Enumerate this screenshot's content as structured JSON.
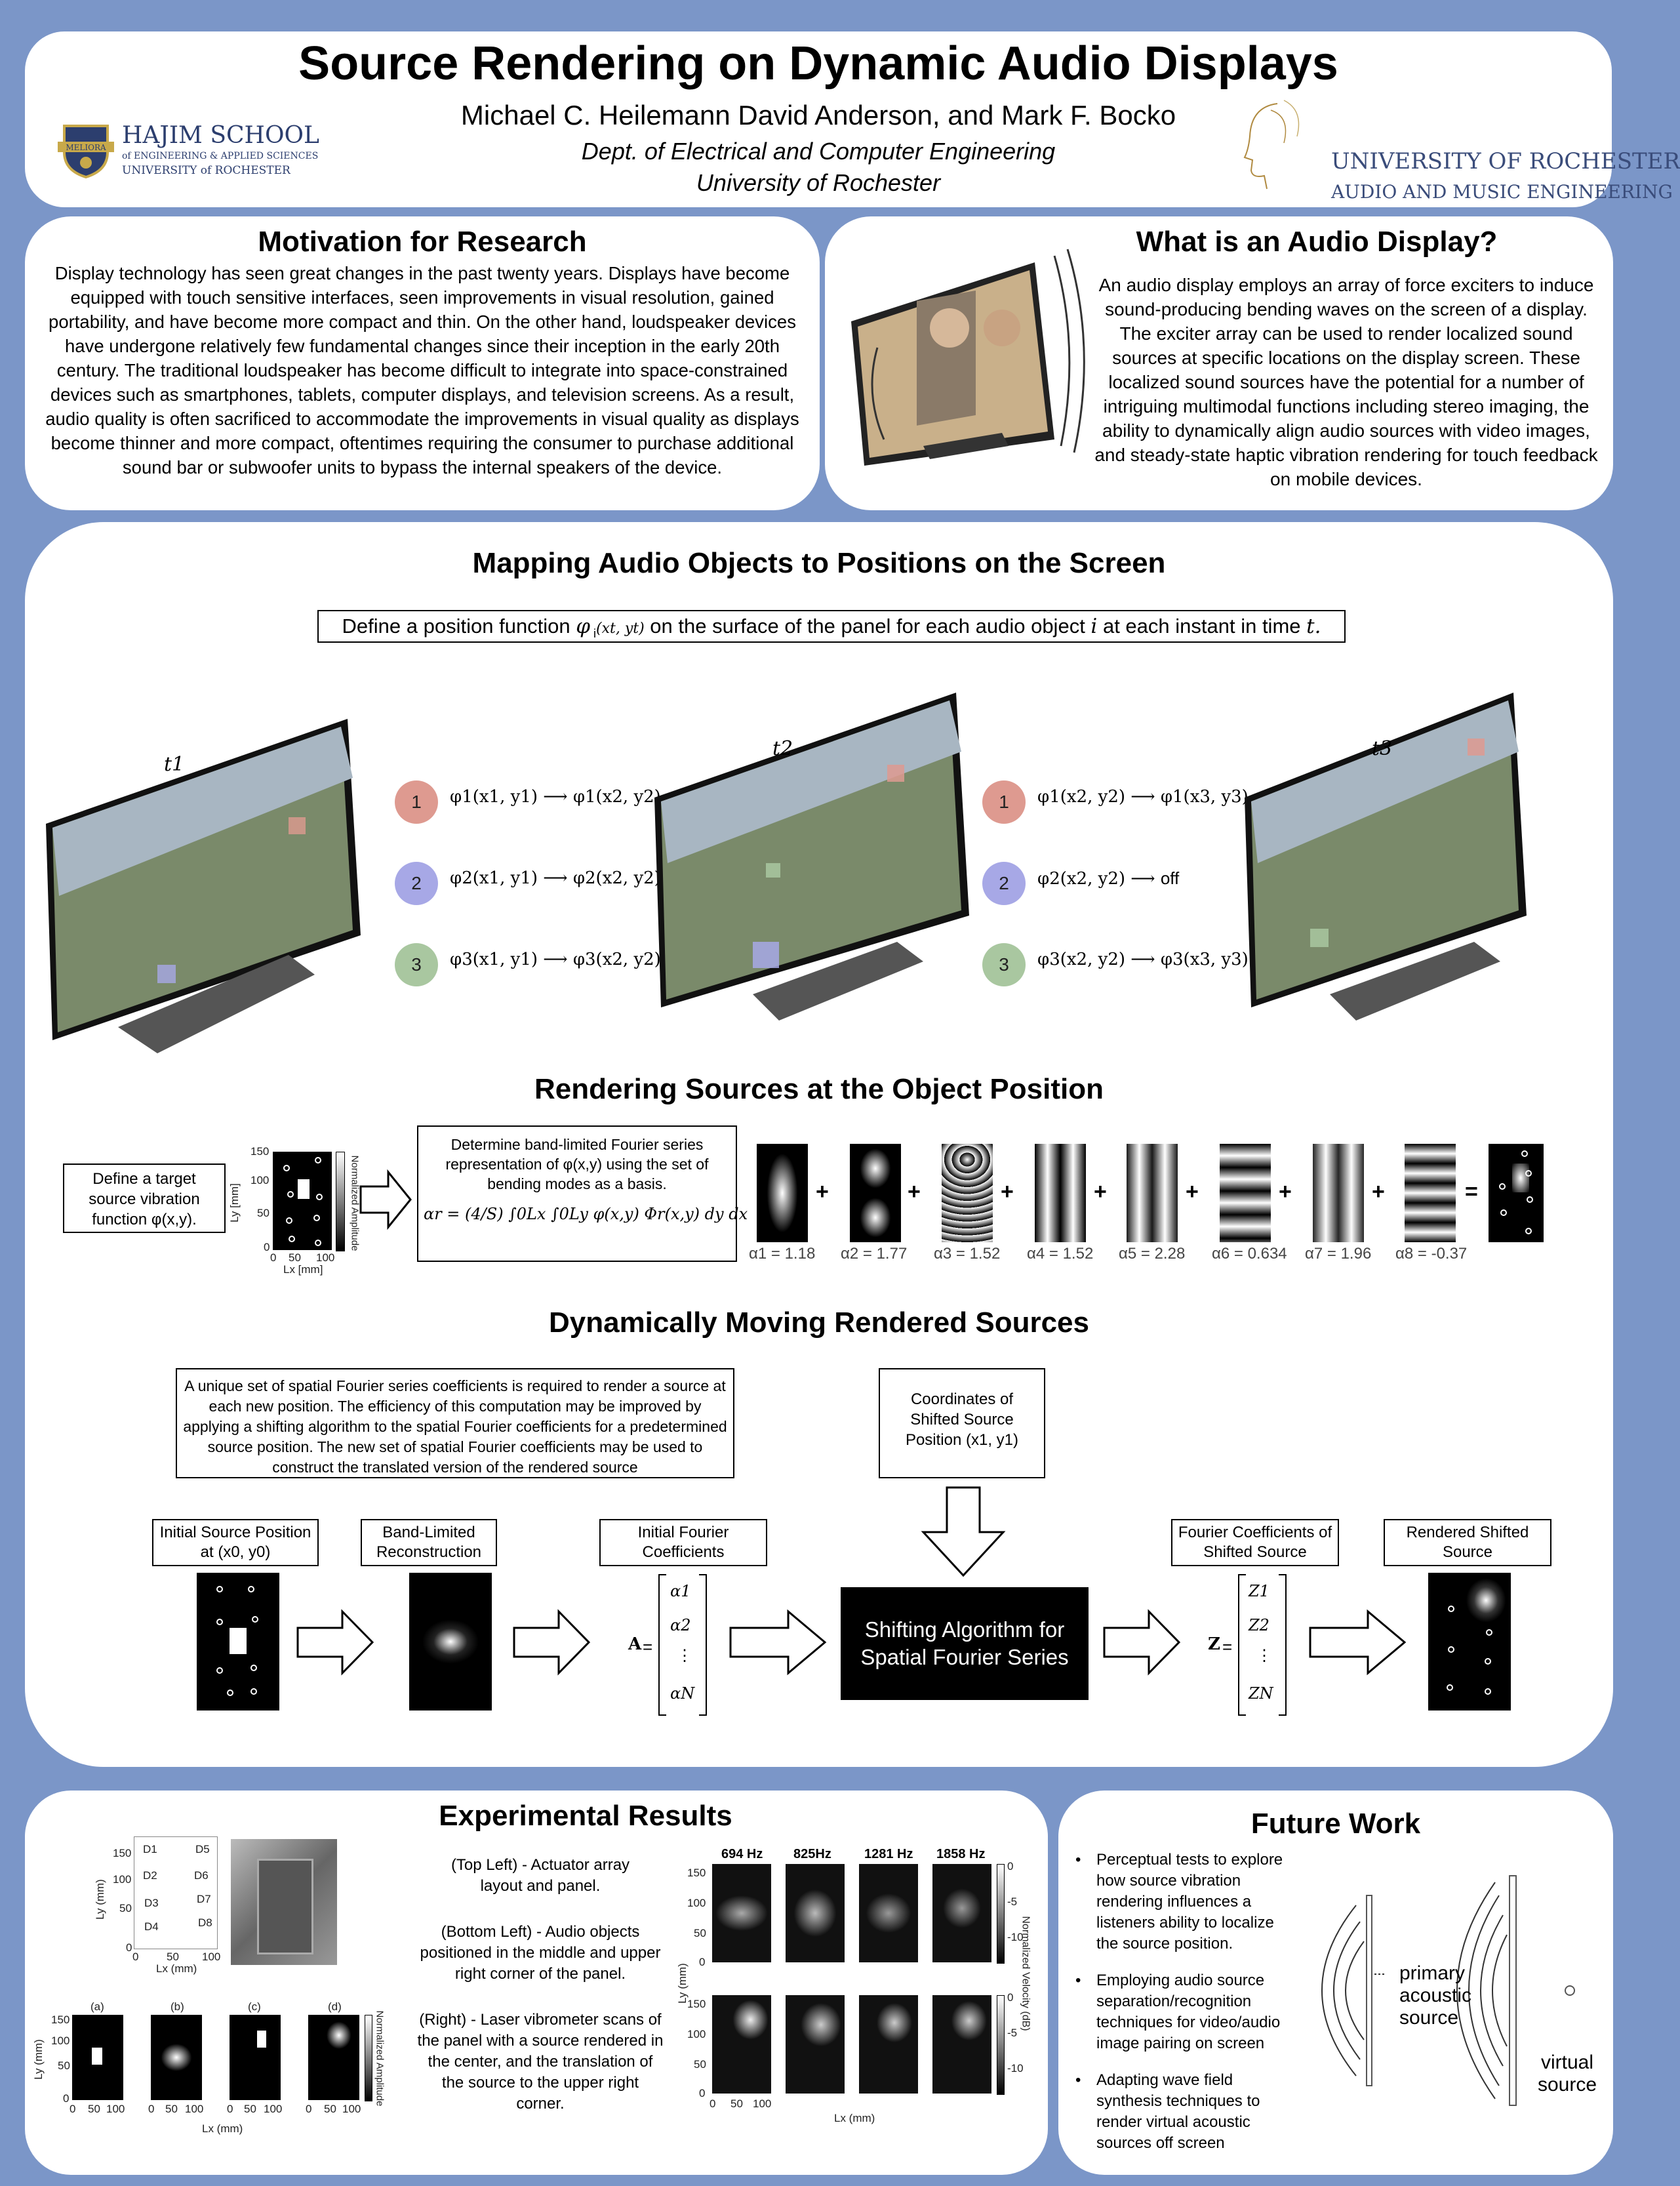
{
  "header": {
    "title": "Source Rendering on Dynamic Audio Displays",
    "authors": "Michael C. Heilemann David Anderson, and Mark F. Bocko",
    "dept": "Dept. of Electrical and Computer Engineering",
    "univ": "University of Rochester",
    "left_logo": {
      "line1": "HAJIM SCHOOL",
      "line2": "of ENGINEERING & APPLIED SCIENCES",
      "line3": "UNIVERSITY of ROCHESTER",
      "seal_text": "MELIORA"
    },
    "right_logo": {
      "line1": "UNIVERSITY OF ROCHESTER",
      "line2": "AUDIO AND MUSIC ENGINEERING"
    }
  },
  "motivation": {
    "title": "Motivation for Research",
    "text": "Display technology has seen great changes in the past twenty years. Displays have become equipped with touch sensitive interfaces, seen improvements in visual resolution, gained portability, and have become more compact and thin. On the other hand, loudspeaker devices have undergone relatively few fundamental changes since their inception in the early 20th century. The traditional loudspeaker has become difficult to integrate into space-constrained devices such as smartphones, tablets, computer displays, and television screens. As a result, audio quality is often sacrificed to accommodate the improvements in visual quality as displays become thinner and more compact, oftentimes requiring the consumer to purchase additional sound bar or subwoofer units to bypass the internal speakers of the device."
  },
  "audio_display": {
    "title": "What is an Audio Display?",
    "text": "An audio display employs an array of force exciters to induce sound-producing bending waves on the screen of a display. The exciter array can be used to render localized sound sources at specific locations on the display screen. These localized sound sources have the potential for a number of intriguing multimodal functions including stereo imaging, the ability to dynamically align audio sources with video images, and steady-state haptic vibration rendering for touch feedback on mobile devices."
  },
  "mapping": {
    "title": "Mapping Audio Objects to Positions on the Screen",
    "definition_pre": "Define a position function ",
    "definition_phi": "φ",
    "definition_sub": " i",
    "definition_args": "(xt, yt)",
    "definition_mid": " on the surface of the panel for each audio object ",
    "definition_i": "i",
    "definition_mid2": " at each instant in time ",
    "definition_t": "t.",
    "time_labels": [
      "t1",
      "t2",
      "t3"
    ],
    "colors": {
      "obj1": "#de9a90",
      "obj2": "#a7a8e6",
      "obj3": "#a9c7a0"
    },
    "step1": [
      {
        "num": "1",
        "from": "φ1(x1, y1)",
        "to": "φ1(x2, y2)"
      },
      {
        "num": "2",
        "from": "φ2(x1, y1)",
        "to": "φ2(x2, y2)"
      },
      {
        "num": "3",
        "from": "φ3(x1, y1)",
        "to": "φ3(x2, y2)"
      }
    ],
    "step2": [
      {
        "num": "1",
        "from": "φ1(x2, y2)",
        "to": "φ1(x3, y3)"
      },
      {
        "num": "2",
        "from": "φ2(x2, y2)",
        "to": "off"
      },
      {
        "num": "3",
        "from": "φ3(x2, y2)",
        "to": "φ3(x3, y3)"
      }
    ]
  },
  "rendering": {
    "title": "Rendering Sources at the Object Position",
    "target_text": "Define a target source vibration function φ(x,y).",
    "plot_ylabel": "Ly [mm]",
    "plot_xlabel": "Lx [mm]",
    "plot_cbar": "Normalized Amplitude",
    "plot_yticks": [
      "150",
      "100",
      "50",
      "0"
    ],
    "plot_xticks": [
      "0",
      "50",
      "100"
    ],
    "fourier_text": "Determine band-limited Fourier series representation of φ(x,y) using the set of bending modes as a basis.",
    "formula": "αr = (4/S) ∫0Lx ∫0Ly φ(x,y) Φr(x,y) dy dx",
    "alphas": [
      "α1 = 1.18",
      "α2 = 1.77",
      "α3 = 1.52",
      "α4 = 1.52",
      "α5 = 2.28",
      "α6 = 0.634",
      "α7 = 1.96",
      "α8 = -0.37"
    ],
    "plus": "+",
    "equals": "="
  },
  "moving": {
    "title": "Dynamically Moving Rendered Sources",
    "desc": "A unique set of spatial Fourier series coefficients is required to render a source at each new position. The efficiency of this computation may be improved by applying a shifting algorithm to the spatial Fourier coefficients for a predetermined source position. The new set of spatial Fourier coefficients may be used to construct the translated version of the rendered source",
    "coords_box": "Coordinates of Shifted Source Position (x1, y1)",
    "labels": [
      "Initial Source Position at (x0, y0)",
      "Band-Limited Reconstruction",
      "Initial Fourier Coefficients",
      "Fourier Coefficients of Shifted Source",
      "Rendered Shifted Source"
    ],
    "algo_box": "Shifting Algorithm for Spatial Fourier Series",
    "vecA": {
      "name": "A",
      "entries": [
        "α1",
        "α2",
        "⋮",
        "αN"
      ]
    },
    "vecZ": {
      "name": "Z",
      "entries": [
        "Z1",
        "Z2",
        "⋮",
        "ZN"
      ]
    }
  },
  "experimental": {
    "title": "Experimental Results",
    "captions": [
      "(Top Left) - Actuator array layout and panel.",
      "(Bottom Left) - Audio objects positioned in the middle and upper right corner of the panel.",
      "(Right) - Laser vibrometer scans of the panel with a source rendered in the center, and the translation of the source to the upper right corner."
    ],
    "layout_labels": [
      "D1",
      "D5",
      "D2",
      "D6",
      "D3",
      "D7",
      "D4",
      "D8"
    ],
    "axis_ly": "Ly (mm)",
    "axis_lx": "Lx (mm)",
    "small_labels": [
      "(a)",
      "(b)",
      "(c)",
      "(d)"
    ],
    "small_cbar": "Normalized Amplitude",
    "freqs": [
      "694 Hz",
      "825Hz",
      "1281 Hz",
      "1858 Hz"
    ],
    "vib_cbar": "Normalized Velocity (dB)",
    "vib_ticks": [
      "0",
      "-5",
      "-10"
    ],
    "yticks": [
      "150",
      "100",
      "50",
      "0"
    ],
    "xticks": [
      "0",
      "50",
      "100"
    ]
  },
  "future": {
    "title": "Future Work",
    "bullets": [
      "Perceptual tests to explore how source vibration rendering influences a listeners ability to localize the source position.",
      "Employing audio source separation/recognition techniques for video/audio image pairing on screen",
      "Adapting wave field synthesis techniques to render virtual acoustic sources off screen"
    ],
    "primary_label": "primary acoustic source",
    "virtual_label": "virtual source"
  }
}
